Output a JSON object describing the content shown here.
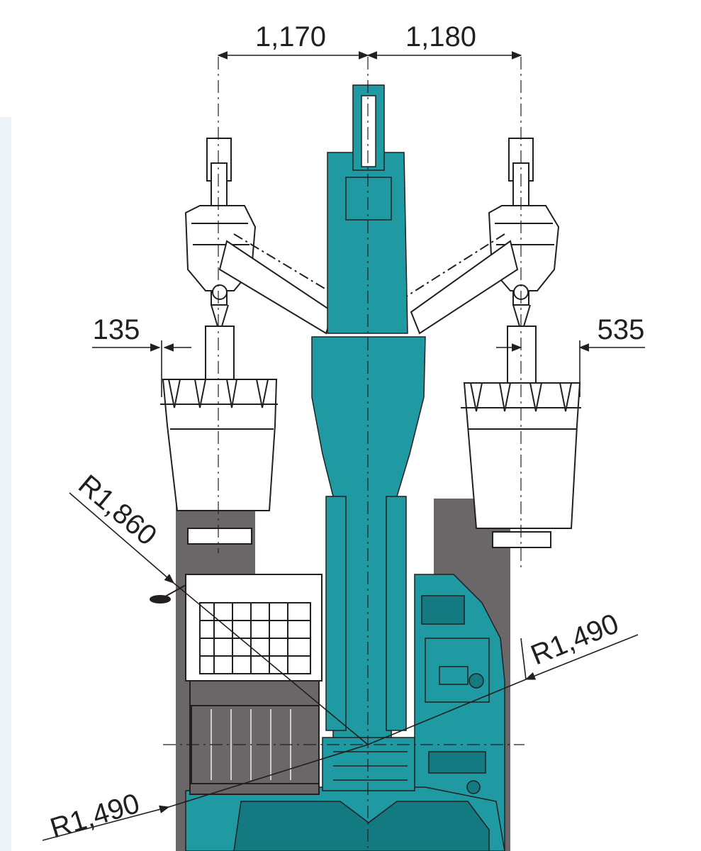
{
  "dimensions": {
    "left_swing_offset": "1,170",
    "right_swing_offset": "1,180",
    "left_bucket_offset": "135",
    "right_bucket_offset": "535",
    "front_swing_radius": "R1,860",
    "rear_swing_radius_right": "R1,490",
    "rear_swing_radius_left": "R1,490"
  },
  "colors": {
    "machine_body": "#1f9aa3",
    "machine_body_dark": "#137a82",
    "track_area": "#6b6768",
    "line": "#231f20",
    "panel": "#eef3f9",
    "background": "#ffffff"
  },
  "icons": {
    "excavator": "excavator-top-view-icon",
    "bucket": "bucket-icon"
  }
}
